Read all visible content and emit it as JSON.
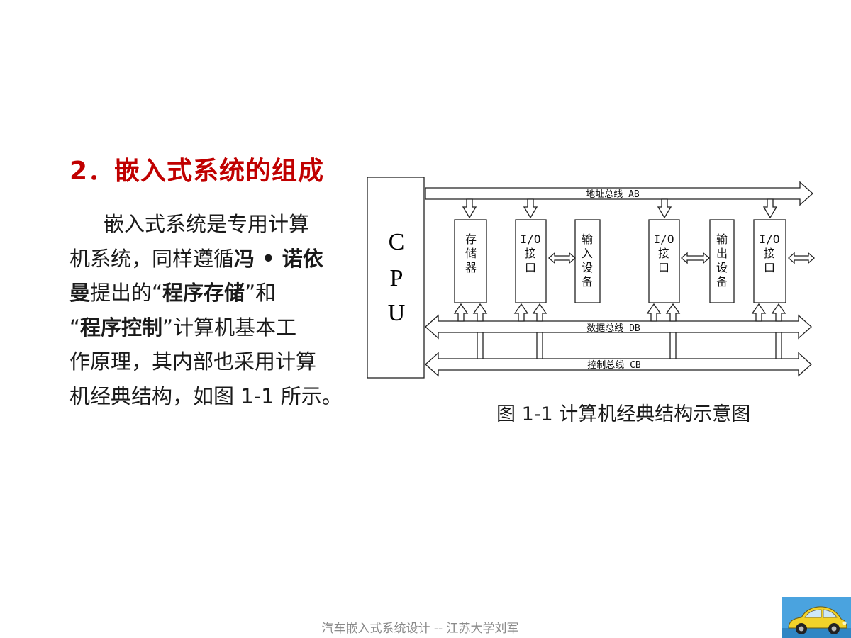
{
  "slide": {
    "heading": "2．嵌入式系统的组成",
    "body": {
      "p1": "嵌入式系统是专用计算",
      "p2a": "机系统，同样遵循",
      "p2b": "冯 • 诺依",
      "p3a": "曼",
      "p3b": "提出的“",
      "p3c": "程序存储",
      "p3d": "”和",
      "p4a": "“",
      "p4b": "程序控制",
      "p4c": "”计算机基本工",
      "p5": "作原理，其内部也采用计算",
      "p6": "机经典结构，如图 1-1 所示。"
    },
    "footer": "汽车嵌入式系统设计 -- 江苏大学刘军"
  },
  "diagram": {
    "cpu": [
      "C",
      "P",
      "U"
    ],
    "address_bus": "地址总线 AB",
    "data_bus": "数据总线 DB",
    "control_bus": "控制总线 CB",
    "memory": [
      "存",
      "储",
      "器"
    ],
    "io1": [
      "I/O",
      "接",
      "口"
    ],
    "input": [
      "输",
      "入",
      "设",
      "备"
    ],
    "io2": [
      "I/O",
      "接",
      "口"
    ],
    "output": [
      "输",
      "出",
      "设",
      "备"
    ],
    "io3": [
      "I/O",
      "接",
      "口"
    ],
    "caption": "图 1-1  计算机经典结构示意图"
  },
  "colors": {
    "heading": "#c00000",
    "text": "#1a1a1a",
    "footer": "#8a8a8a",
    "logo_bg": "#4aa3df",
    "car": "#f2d22a"
  }
}
